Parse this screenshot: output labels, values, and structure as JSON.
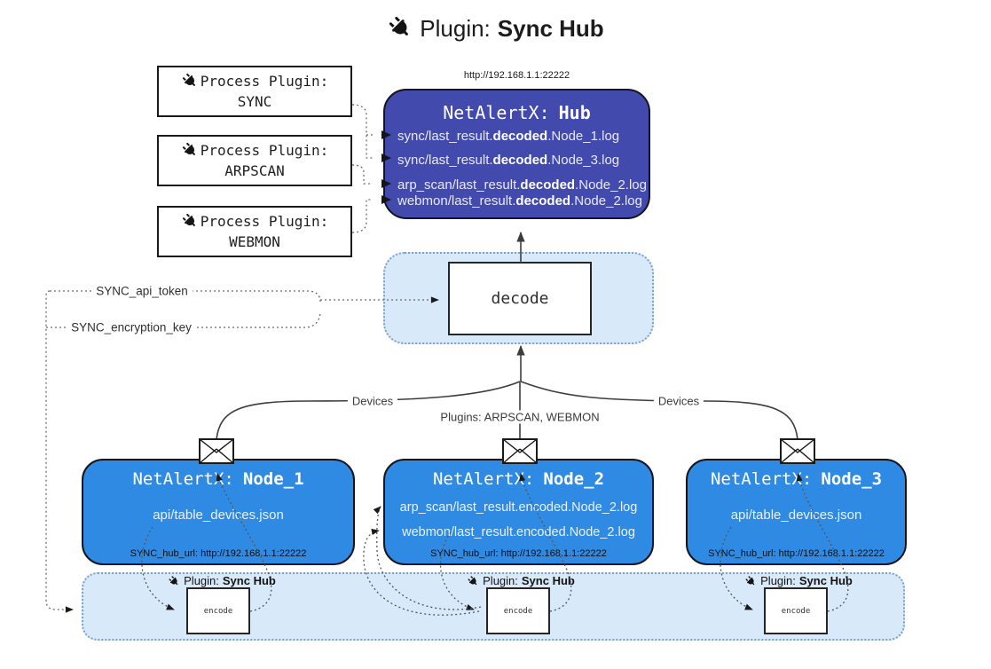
{
  "title": {
    "prefix": "Plugin:",
    "name": "Sync Hub"
  },
  "hub": {
    "url": "http://192.168.1.1:22222",
    "title_prefix": "NetAlertX:",
    "title_name": "Hub",
    "logs": [
      {
        "pre": "sync/last_result.",
        "bold": "decoded",
        "post": ".Node_1.log"
      },
      {
        "pre": "sync/last_result.",
        "bold": "decoded",
        "post": ".Node_3.log"
      },
      {
        "pre": "arp_scan/last_result.",
        "bold": "decoded",
        "post": ".Node_2.log"
      },
      {
        "pre": "webmon/last_result.",
        "bold": "decoded",
        "post": ".Node_2.log"
      }
    ]
  },
  "process_plugins": [
    {
      "label": "Process Plugin:",
      "name": "SYNC"
    },
    {
      "label": "Process Plugin:",
      "name": "ARPSCAN"
    },
    {
      "label": "Process Plugin:",
      "name": "WEBMON"
    }
  ],
  "config_labels": {
    "api_token": "SYNC_api_token",
    "encryption_key": "SYNC_encryption_key"
  },
  "edge_labels": {
    "devices_left": "Devices",
    "plugins_center": "Plugins: ARPSCAN, WEBMON",
    "devices_right": "Devices"
  },
  "decode": {
    "label": "decode"
  },
  "nodes": [
    {
      "title_prefix": "NetAlertX:",
      "title_name": "Node_1",
      "logs": [
        "api/table_devices.json"
      ],
      "hub_url": "SYNC_hub_url: http://192.168.1.1:22222"
    },
    {
      "title_prefix": "NetAlertX:",
      "title_name": "Node_2",
      "logs": [
        "arp_scan/last_result.encoded.Node_2.log",
        "webmon/last_result.encoded.Node_2.log"
      ],
      "hub_url": "SYNC_hub_url: http://192.168.1.1:22222"
    },
    {
      "title_prefix": "NetAlertX:",
      "title_name": "Node_3",
      "logs": [
        "api/table_devices.json"
      ],
      "hub_url": "SYNC_hub_url: http://192.168.1.1:22222"
    }
  ],
  "encoders": [
    {
      "plugin_prefix": "Plugin:",
      "plugin_name": "Sync Hub",
      "box_label": "encode"
    },
    {
      "plugin_prefix": "Plugin:",
      "plugin_name": "Sync Hub",
      "box_label": "encode"
    },
    {
      "plugin_prefix": "Plugin:",
      "plugin_name": "Sync Hub",
      "box_label": "encode"
    }
  ],
  "colors": {
    "hub_fill": "#434aad",
    "node_fill": "#2f8ae4",
    "panel_fill": "#d8e9f9",
    "panel_border": "#7aa2c9",
    "line": "#3d3d3d"
  }
}
